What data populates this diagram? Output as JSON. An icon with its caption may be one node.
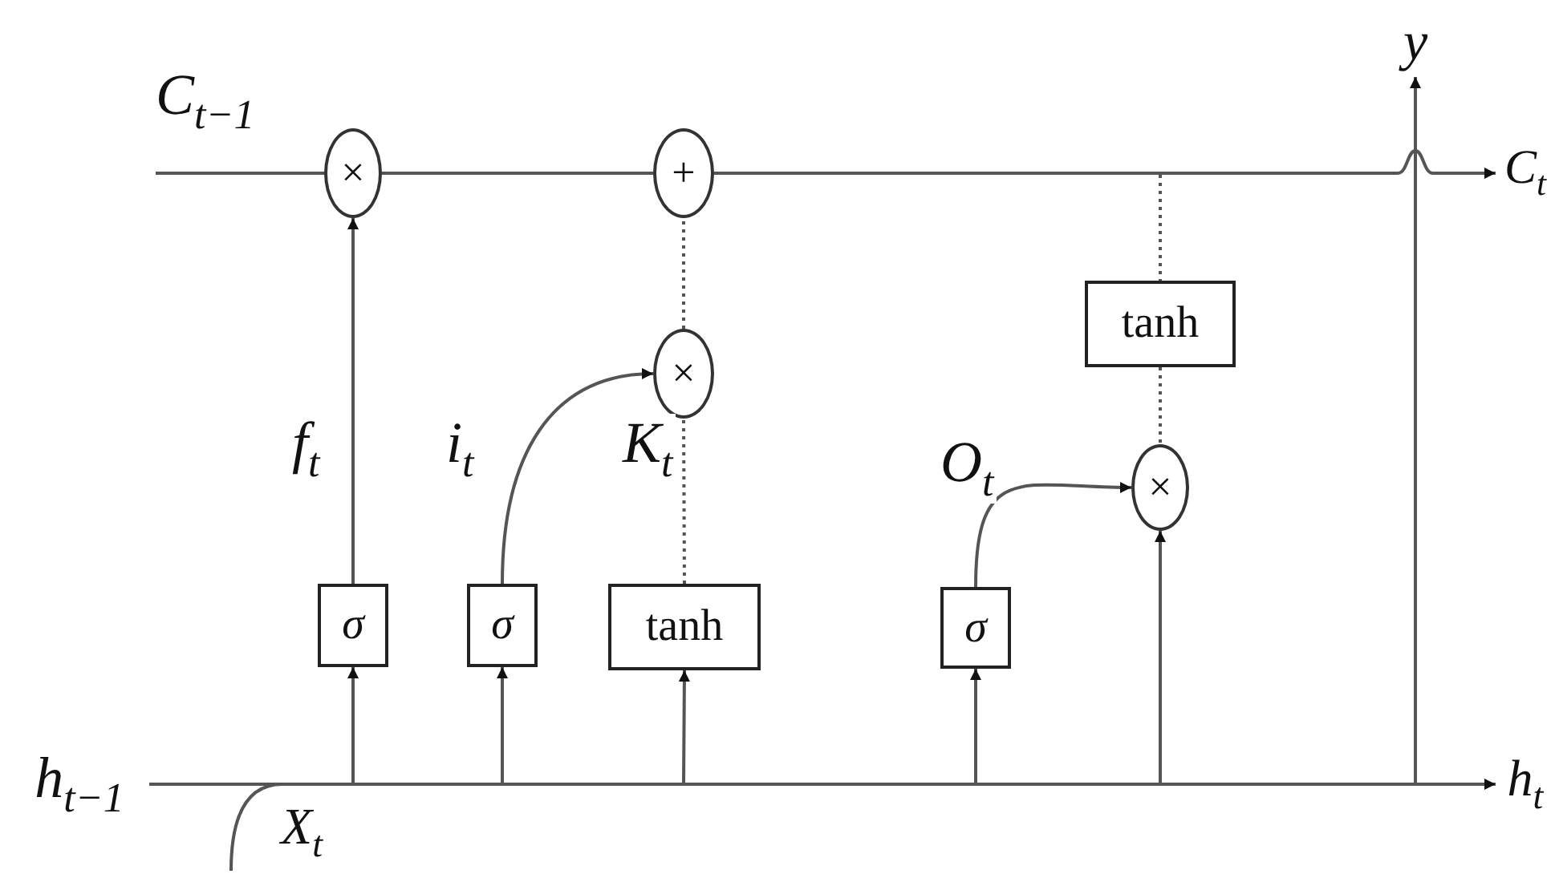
{
  "diagram": {
    "nodes": [
      {
        "text": [
          "C$_{t−1}$"
        ]
      },
      {
        "text": [
          "×"
        ]
      },
      {
        "text": [
          "+"
        ]
      },
      {
        "text": [
          "×"
        ]
      },
      {
        "text": [
          "×"
        ]
      },
      {
        "text": [
          "σ"
        ]
      },
      {
        "text": [
          "σ"
        ]
      },
      {
        "text": [
          "tanh"
        ]
      },
      {
        "text": [
          "σ"
        ]
      },
      {
        "text": [
          "tanh"
        ]
      },
      {
        "text": [
          "C$_{t}$"
        ]
      },
      {
        "text": [
          "y"
        ]
      },
      {
        "text": [
          "h$_{t−1}$"
        ]
      },
      {
        "text": [
          "h$_{t}$"
        ]
      },
      {
        "text": [
          "X$_{t}$"
        ]
      }
    ],
    "edges": [
      {
        "from": 0,
        "to": 1,
        "arrow": "none"
      },
      {
        "from": 1,
        "to": 2,
        "arrow": "none"
      },
      {
        "from": 2,
        "to": 10,
        "arrow": "to"
      },
      {
        "from": 5,
        "to": 1,
        "arrow": "to",
        "label": "f$_{t}$"
      },
      {
        "from": 6,
        "to": 3,
        "arrow": "to",
        "label": "i$_{t}$"
      },
      {
        "from": 7,
        "to": 3,
        "arrow": "none",
        "style": "dashed",
        "label": "K$_{t}$"
      },
      {
        "from": 3,
        "to": 2,
        "arrow": "none",
        "style": "dashed"
      },
      {
        "from": null,
        "to": 9,
        "arrow": "none",
        "style": "dashed"
      },
      {
        "from": 9,
        "to": 4,
        "arrow": "none",
        "style": "dashed"
      },
      {
        "from": 8,
        "to": 4,
        "arrow": "to",
        "label": "O$_{t}$"
      },
      {
        "from": 12,
        "to": 13,
        "arrow": "to"
      },
      {
        "from": null,
        "to": 5,
        "arrow": "to"
      },
      {
        "from": null,
        "to": 6,
        "arrow": "to"
      },
      {
        "from": null,
        "to": 7,
        "arrow": "to"
      },
      {
        "from": null,
        "to": 8,
        "arrow": "to"
      },
      {
        "from": null,
        "to": 4,
        "arrow": "to"
      },
      {
        "from": null,
        "to": 11,
        "arrow": "to"
      },
      {
        "from": 14,
        "to": null,
        "arrow": "none"
      }
    ]
  }
}
